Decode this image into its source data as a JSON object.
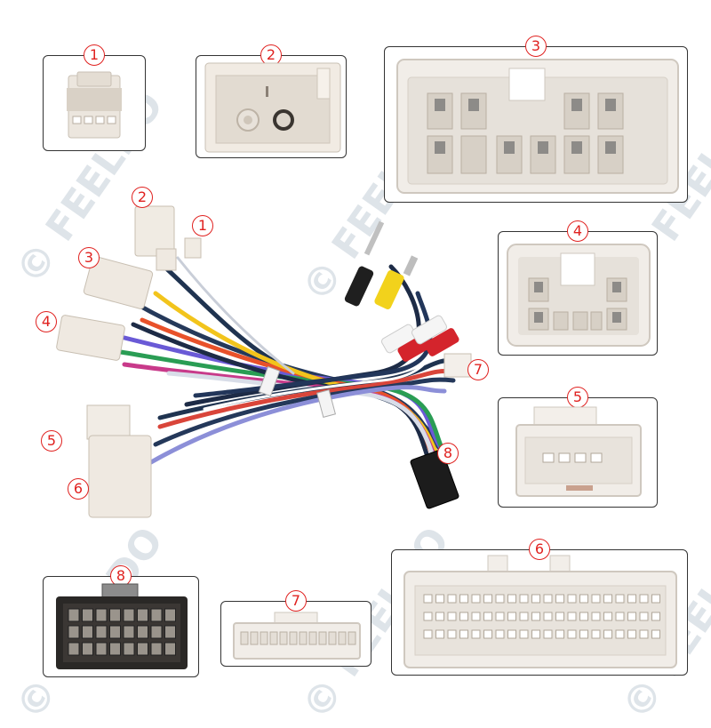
{
  "watermark": {
    "text": "© FEELDO"
  },
  "callouts": {
    "c1": "1",
    "c2": "2",
    "c3": "3",
    "c4": "4",
    "c5": "5",
    "c6": "6",
    "c7": "7",
    "c8": "8"
  },
  "colors": {
    "badge": "#e0211f",
    "connector_white": "#efe9e1",
    "plug_black": "#1c1c1c",
    "rca_yellow": "#f2d21c",
    "rca_red": "#d4242c"
  }
}
